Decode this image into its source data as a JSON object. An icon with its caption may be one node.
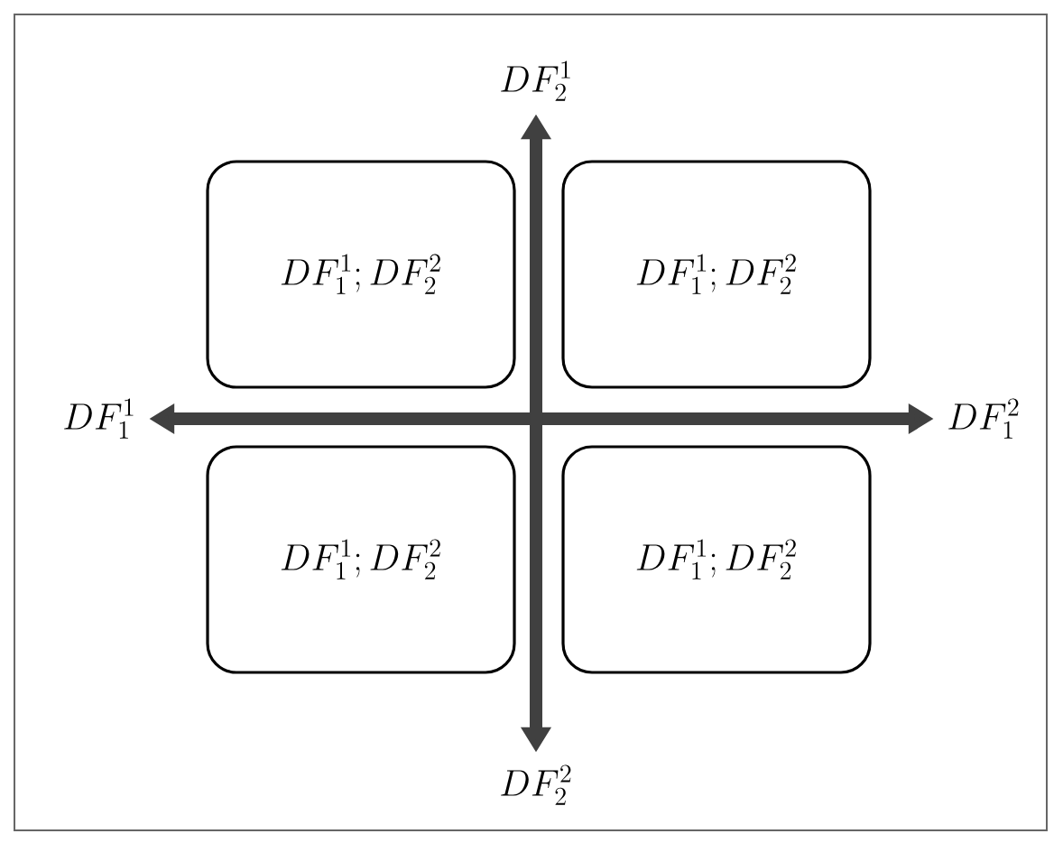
{
  "diagram": {
    "nodes": [
      {
        "text": [
          "DF_{1}^{1};DF_{2}^{2}"
        ]
      },
      {
        "text": [
          "DF_{1}^{1};DF_{2}^{2}"
        ]
      },
      {
        "text": [
          "DF_{1}^{1};DF_{2}^{2}"
        ]
      },
      {
        "text": [
          "DF_{1}^{1};DF_{2}^{2}"
        ]
      },
      {
        "text": [
          "DF_{2}^{1}"
        ]
      },
      {
        "text": [
          "DF_{1}^{1}"
        ]
      },
      {
        "text": [
          "DF_{1}^{2}"
        ]
      },
      {
        "text": [
          "DF_{2}^{2}"
        ]
      }
    ],
    "edges": [
      {
        "from": 5,
        "to": 6,
        "arrow": "both"
      },
      {
        "from": 4,
        "to": 7,
        "arrow": "both"
      }
    ]
  }
}
